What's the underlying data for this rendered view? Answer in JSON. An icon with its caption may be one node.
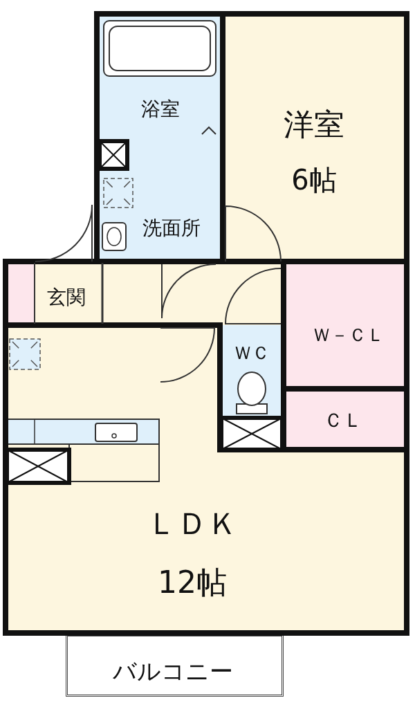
{
  "diagram": {
    "nodes": [
      {
        "text": [
          "浴室"
        ]
      },
      {
        "text": [
          "洋室",
          "6帖"
        ]
      },
      {
        "text": [
          "洗面所"
        ]
      },
      {
        "text": [
          "玄関"
        ]
      },
      {
        "text": [
          "Ｗ－ＣＬ"
        ]
      },
      {
        "text": [
          "ＷＣ"
        ]
      },
      {
        "text": [
          "ＣＬ"
        ]
      },
      {
        "text": [
          "ＬＤＫ",
          "12帖"
        ]
      },
      {
        "text": [
          "バルコニー"
        ]
      }
    ]
  }
}
